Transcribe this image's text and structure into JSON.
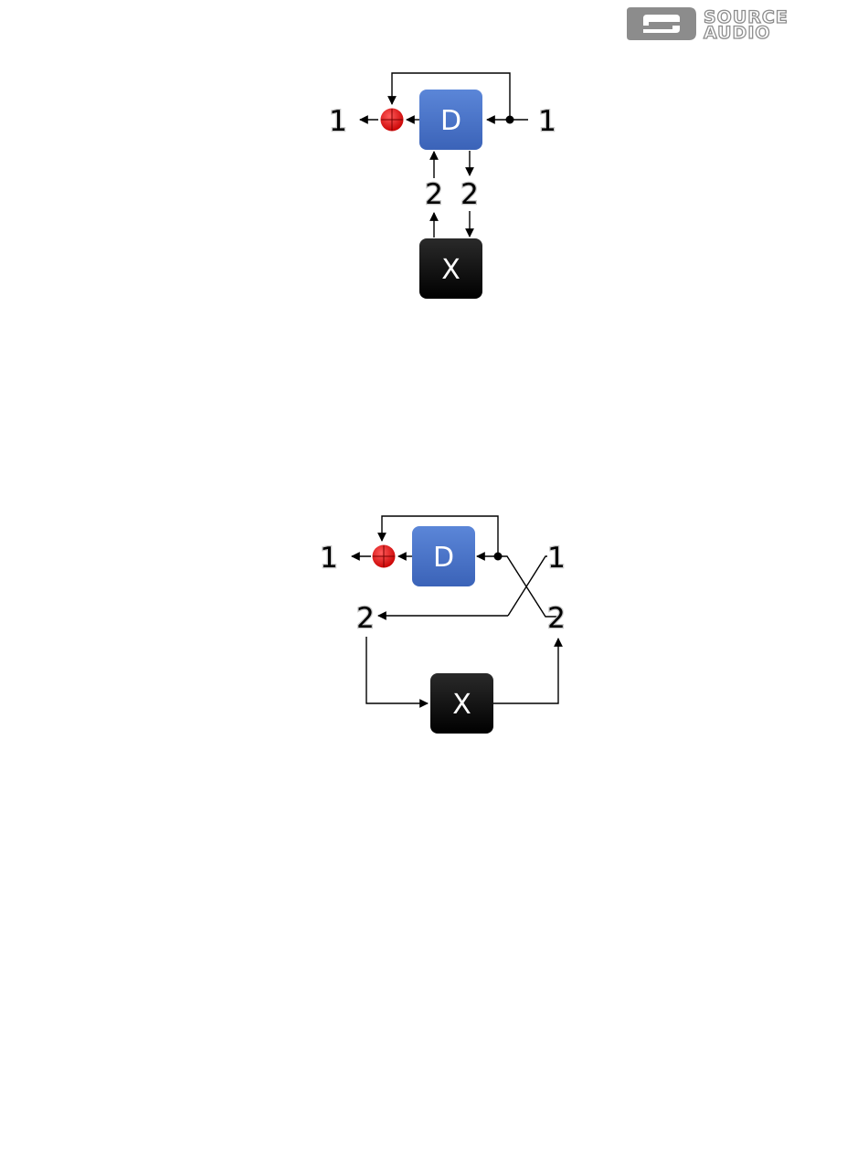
{
  "logo": {
    "line1": "SOURCE",
    "line2": "AUDIO"
  },
  "diagram_top": {
    "delay_box_label": "D",
    "effect_box_label": "X",
    "output_label": "1",
    "input_label": "1",
    "send_label": "2",
    "return_label": "2"
  },
  "diagram_bottom": {
    "delay_box_label": "D",
    "effect_box_label": "X",
    "output_label": "1",
    "input_label_1": "1",
    "input_label_2": "2",
    "send_label": "2"
  },
  "colors": {
    "delay_box": "#4a74c9",
    "effect_box": "#111111",
    "summing_node": "#e00000",
    "logo_gray": "#8c8c8c"
  },
  "icons": {
    "summing_node": "summing-junction-icon",
    "logo_mark": "source-audio-s-icon"
  }
}
